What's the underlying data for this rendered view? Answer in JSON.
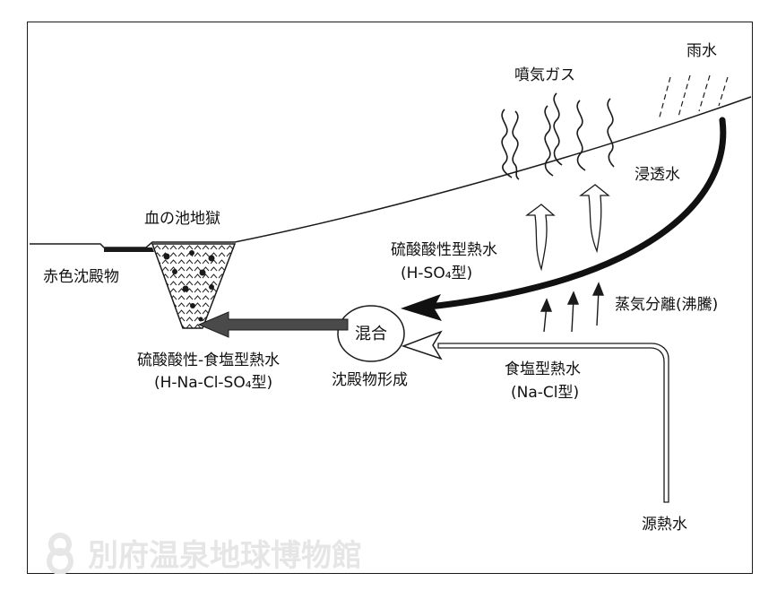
{
  "labels": {
    "ranwater": "雨水",
    "fumarole_gas": "噴気ガス",
    "infiltration": "浸透水",
    "chinoike": "血の池地獄",
    "red_sediment": "赤色沈殿物",
    "acid_sulfate_title": "硫酸酸性型熱水",
    "acid_sulfate_type": "(H-SO₄型)",
    "steam_sep": "蒸気分離(沸騰)",
    "mixing": "混合",
    "mixed_title": "硫酸酸性-食塩型熱水",
    "mixed_type": "(H-Na-Cl-SO₄型)",
    "precip_formation": "沈殿物形成",
    "chloride_title": "食塩型熱水",
    "chloride_type": "(Na-Cl型)",
    "source": "源熱水"
  },
  "watermark": {
    "text": "別府温泉地球博物館",
    "logo": "museum-logo-icon"
  },
  "colors": {
    "ink": "#111111",
    "watermark": "#e6e6e6"
  }
}
